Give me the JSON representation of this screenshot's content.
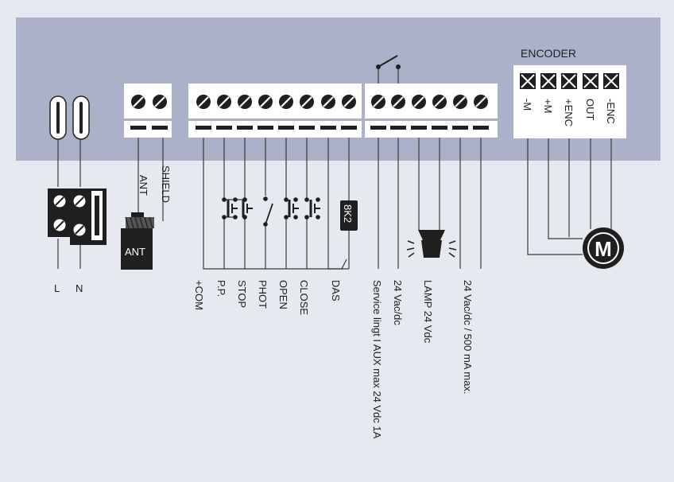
{
  "encoder": {
    "title": "ENCODER",
    "pins": [
      "-M",
      "+M",
      "+ENC",
      "OUT",
      "-ENC"
    ],
    "motor_symbol": "M"
  },
  "power": {
    "labels": [
      "L",
      "N"
    ]
  },
  "antenna": {
    "terminal_labels": [
      "ANT",
      "SHIELD"
    ],
    "device_label": "ANT"
  },
  "inputs": {
    "labels": [
      "+COM",
      "P.P.",
      "STOP",
      "PHOT",
      "OPEN",
      "CLOSE",
      "DAS"
    ],
    "resistor_label": "8K2"
  },
  "outputs": {
    "labels": [
      "Service lingt I AUX max 24 Vdc 1A",
      "24 Vac/dc",
      "LAMP 24 Vdc",
      "24 Vac/dc / 500 mA max."
    ]
  },
  "icons": [
    "relay-switch-icon",
    "push-button-icon",
    "lamp-icon",
    "motor-icon",
    "resistor-icon",
    "antenna-icon"
  ],
  "colors": {
    "panel": "#abb1c9",
    "background": "#e7e9f0",
    "ink": "#1f1f1f"
  }
}
